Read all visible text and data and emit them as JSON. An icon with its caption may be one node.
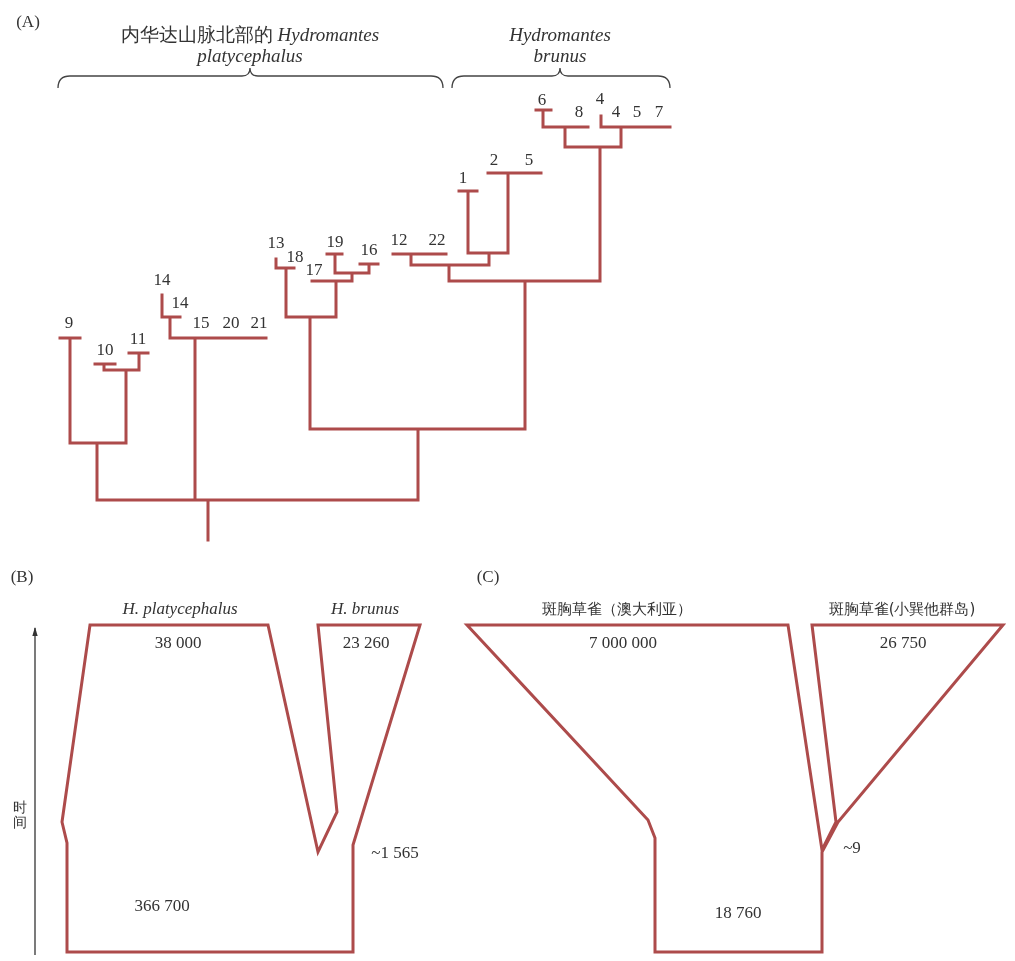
{
  "diagram": {
    "nodes": [
      {
        "text": [
          "H. platycephalus",
          "H. brunus",
          "38 000",
          "23 260",
          "366 700"
        ],
        "beside": [
          "~1 565"
        ]
      },
      {
        "text": [
          "斑胸草雀（澳大利亚）",
          "斑胸草雀(小巽他群岛)",
          "7 000 000",
          "26 750",
          "18 760"
        ],
        "beside": [
          "~9"
        ]
      }
    ],
    "edges": [],
    "labels": [
      "(A)",
      "内华达山脉北部的 *Hydromantes platycephalus*",
      "Hydromantes brunus",
      "6",
      "4",
      "8",
      "4",
      "5",
      "7",
      "2",
      "5",
      "1",
      "13",
      "19",
      "12",
      "22",
      "16",
      "18",
      "17",
      "14",
      "14",
      "9",
      "15",
      "20",
      "21",
      "11",
      "10",
      "(B)",
      "(C)",
      "时间"
    ]
  }
}
